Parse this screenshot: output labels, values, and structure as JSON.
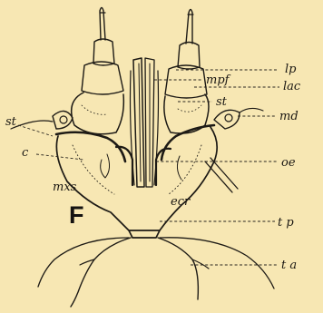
{
  "figure": {
    "letter": "F",
    "labels": {
      "lp": "lp",
      "mpf": "mpf",
      "lac": "lac",
      "st_right": "st",
      "md": "md",
      "st_left": "st",
      "c": "c",
      "oe": "oe",
      "mxs": "mxs",
      "ecr": "ecr",
      "tp": "t p",
      "ta": "t a"
    }
  }
}
